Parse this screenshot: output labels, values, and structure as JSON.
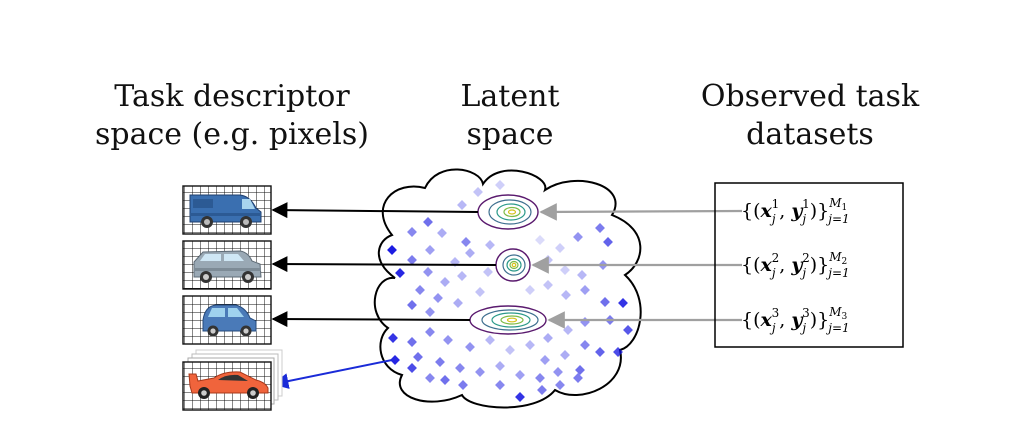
{
  "headings": {
    "descriptor_line1": "Task descriptor",
    "descriptor_line2": "space (e.g. pixels)",
    "latent_line1": "Latent",
    "latent_line2": "space",
    "observed_line1": "Observed task",
    "observed_line2": "datasets"
  },
  "datasets": [
    {
      "index": "1",
      "size": "M",
      "size_sub": "1",
      "range": "j=1"
    },
    {
      "index": "2",
      "size": "M",
      "size_sub": "2",
      "range": "j=1"
    },
    {
      "index": "3",
      "size": "M",
      "size_sub": "3",
      "range": "j=1"
    }
  ],
  "vehicles": [
    {
      "kind": "van-icon",
      "color": "#3a6fb0"
    },
    {
      "kind": "suv-icon",
      "color": "#9aa9b5"
    },
    {
      "kind": "hatchback-icon",
      "color": "#4a7ab8"
    },
    {
      "kind": "sports-car-icon",
      "color": "#f0643c"
    }
  ],
  "colors": {
    "arrow_observed": "#a0a0a0",
    "arrow_decode": "#000000",
    "arrow_new_task": "#1a2bd8",
    "latent_points": "#1010e0"
  }
}
